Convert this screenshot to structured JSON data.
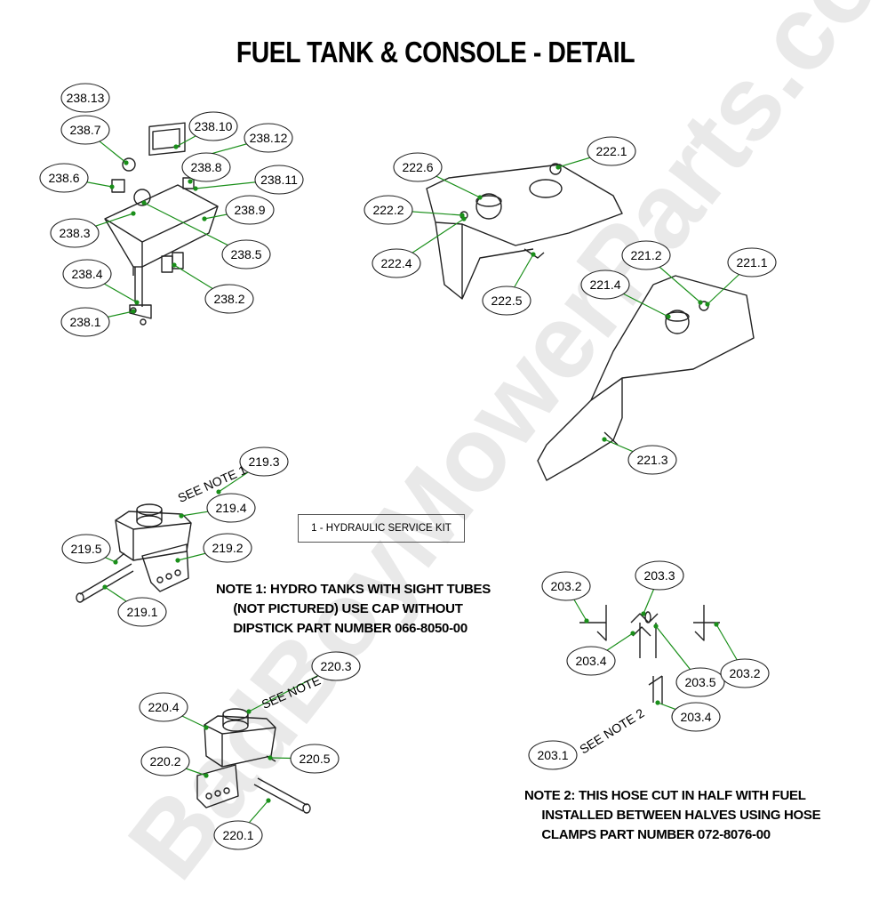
{
  "title": "FUEL TANK & CONSOLE - DETAIL",
  "watermark": "BadBoyMowerParts.com",
  "kit_box": "1 - HYDRAULIC SERVICE KIT",
  "note1": "NOTE 1: HYDRO TANKS WITH SIGHT TUBES\n     (NOT PICTURED) USE CAP WITHOUT\n     DIPSTICK PART NUMBER 066-8050-00",
  "note2": "NOTE 2: THIS HOSE CUT IN HALF WITH FUEL\n     INSTALLED BETWEEN HALVES USING HOSE\n     CLAMPS PART NUMBER 072-8076-00",
  "see_notes": [
    "SEE NOTE 1",
    "SEE NOTE",
    "SEE NOTE 2"
  ],
  "callouts": [
    "238.13",
    "238.7",
    "238.10",
    "238.12",
    "238.6",
    "238.8",
    "238.11",
    "238.9",
    "238.3",
    "238.5",
    "238.4",
    "238.2",
    "238.1",
    "222.1",
    "222.6",
    "222.2",
    "222.4",
    "222.5",
    "221.2",
    "221.1",
    "221.4",
    "221.3",
    "219.3",
    "219.4",
    "219.5",
    "219.2",
    "219.1",
    "220.3",
    "220.4",
    "220.2",
    "220.5",
    "220.1",
    "203.2",
    "203.3",
    "203.4",
    "203.5",
    "203.2",
    "203.4",
    "203.1"
  ],
  "colors": {
    "leader": "#1a8f1a",
    "line": "#222222",
    "watermark": "#e9e9e9"
  }
}
